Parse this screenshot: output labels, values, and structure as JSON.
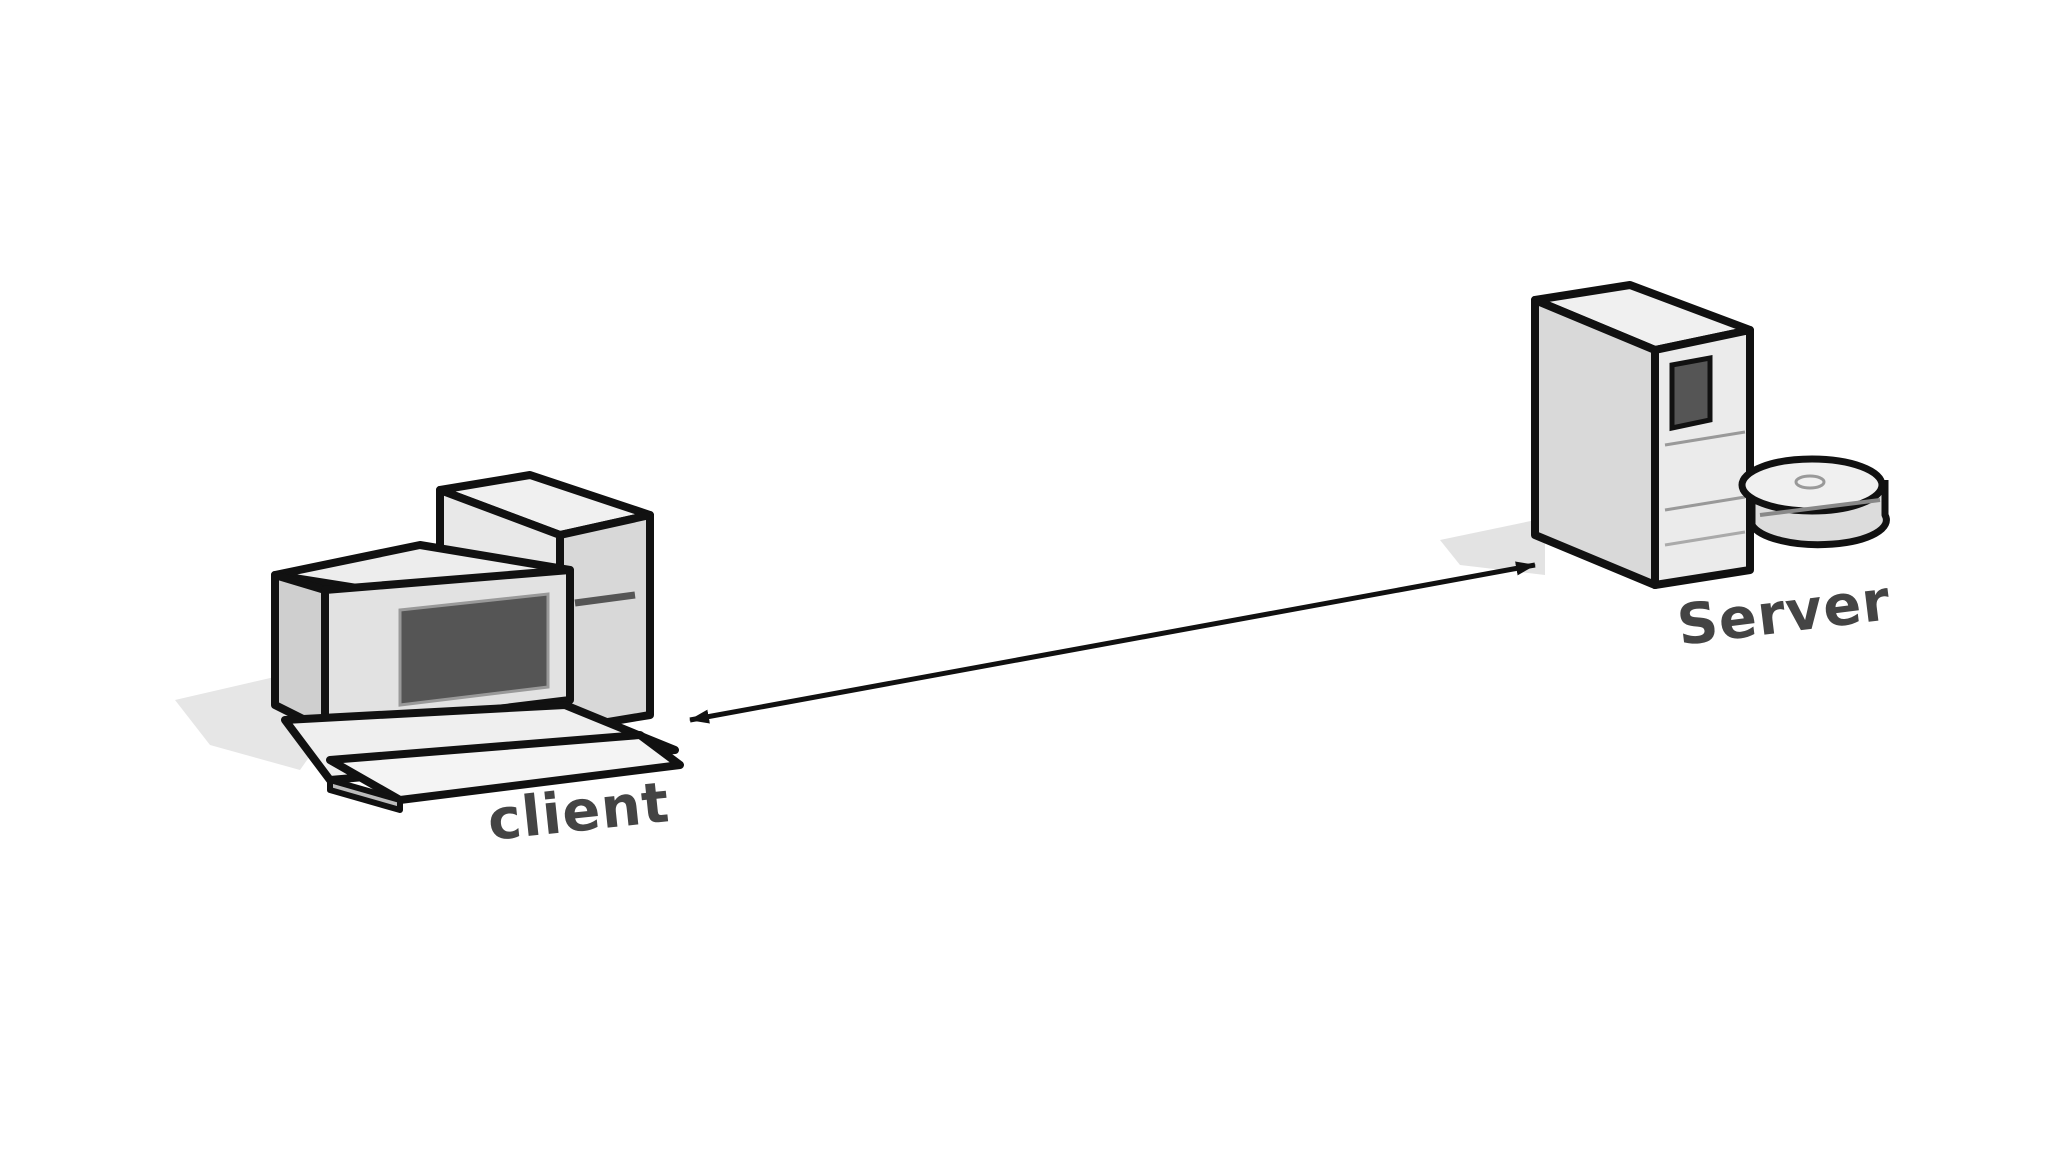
{
  "diagram": {
    "nodes": {
      "client": {
        "label": "client",
        "icon": "desktop-computer-icon"
      },
      "server": {
        "label": "Server",
        "icon": "tower-server-icon"
      }
    },
    "edges": [
      {
        "from": "client",
        "to": "server",
        "direction": "bidirectional"
      }
    ],
    "colors": {
      "outline": "#111111",
      "face_light": "#f2f2f2",
      "face_mid": "#dcdcdc",
      "face_dark": "#bdbdbd",
      "screen": "#555555",
      "shadow": "#e3e3e3",
      "label": "#444444"
    }
  }
}
